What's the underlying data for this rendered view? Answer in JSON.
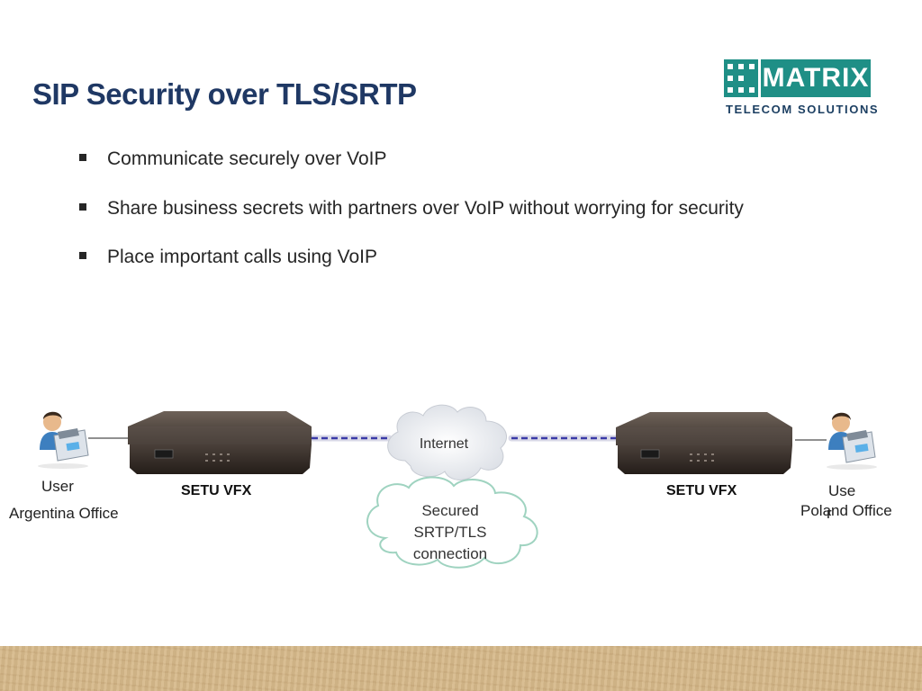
{
  "slide": {
    "title": "SIP Security over TLS/SRTP",
    "bullets": [
      "Communicate securely over VoIP",
      "Share business secrets with partners over VoIP without worrying for security",
      "Place important calls using VoIP"
    ]
  },
  "logo": {
    "name": "MATRIX",
    "tagline": "TELECOM SOLUTIONS",
    "color": "#1f8f86"
  },
  "diagram": {
    "left_user_label": "User",
    "left_office_label": "Argentina Office",
    "left_device_label": "SETU VFX",
    "internet_label": "Internet",
    "secure_cloud_lines": [
      "Secured",
      "SRTP/TLS",
      "connection"
    ],
    "right_device_label": "SETU VFX",
    "right_user_label_part1": "Use",
    "right_user_label_part2": "r",
    "right_office_label": "Poland Office"
  },
  "colors": {
    "title": "#1f3864",
    "link_line": "#3a3aa8",
    "cloud_outline": "#9fd3c0",
    "footer": "#d6b98a"
  }
}
